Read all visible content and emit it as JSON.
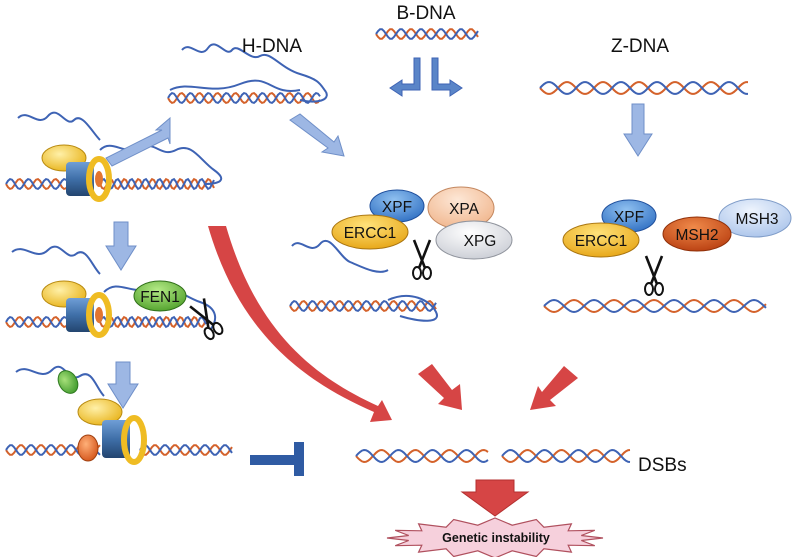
{
  "labels": {
    "b_dna": "B-DNA",
    "h_dna": "H-DNA",
    "z_dna": "Z-DNA",
    "dsbs": "DSBs",
    "genetic_instability": "Genetic instability"
  },
  "proteins": {
    "fen1": "FEN1",
    "xpf_center": "XPF",
    "xpa": "XPA",
    "ercc1_center": "ERCC1",
    "xpg": "XPG",
    "xpf_right": "XPF",
    "ercc1_right": "ERCC1",
    "msh2": "MSH2",
    "msh3": "MSH3"
  },
  "colors": {
    "strand_red": "#d4622b",
    "strand_blue": "#3e63b4",
    "block_arrow": "#9db7e4",
    "red_arrow": "#d64545",
    "inhibit": "#2f5ba3",
    "ercc1": "#f0b823",
    "xpf": "#4f8fd6",
    "xpa": "#f6ccae",
    "xpg": "#e4e6ec",
    "msh2": "#d9541b",
    "msh3": "#c3d6f2",
    "fen1": "#6fbb3e",
    "pcna_ring": "#efbc23",
    "clamp_blue": "#3f6fa8",
    "burst_fill": "#f6d0dc"
  }
}
